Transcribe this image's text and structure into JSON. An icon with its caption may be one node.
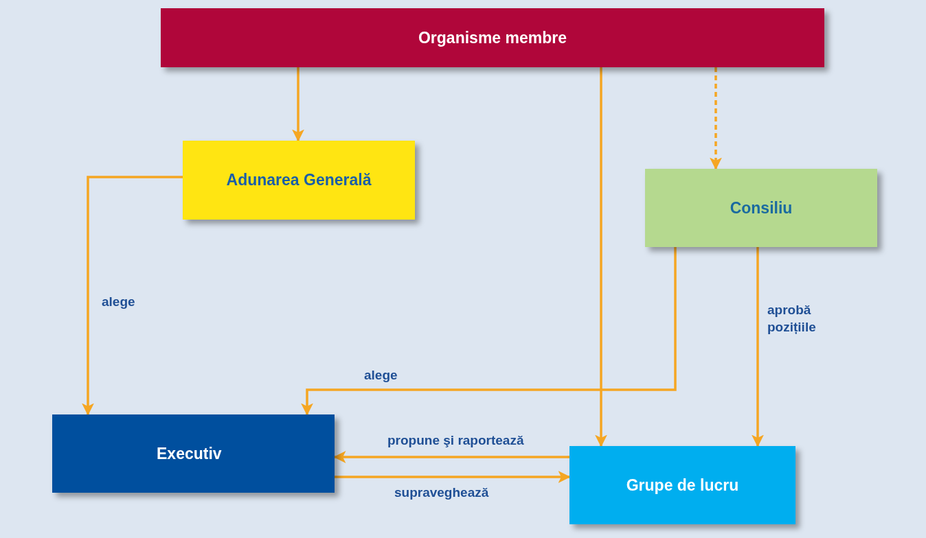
{
  "diagram": {
    "nodes": [
      {
        "text": [
          "Organisme membre"
        ]
      },
      {
        "text": [
          "Adunarea Generală"
        ]
      },
      {
        "text": [
          "Consiliu"
        ]
      },
      {
        "text": [
          "Executiv"
        ]
      },
      {
        "text": [
          "Grupe de lucru"
        ]
      }
    ],
    "edges": [
      {
        "from": 0,
        "to": 1,
        "arrow": "to"
      },
      {
        "from": 0,
        "to": 4,
        "arrow": "to"
      },
      {
        "from": 0,
        "to": 2,
        "arrow": "to",
        "style": "dashed"
      },
      {
        "from": 1,
        "to": 3,
        "arrow": "to",
        "label": "alege"
      },
      {
        "from": 2,
        "to": 3,
        "arrow": "to",
        "label": "alege"
      },
      {
        "from": 2,
        "to": 4,
        "arrow": "to",
        "label": "aprobă pozițiile"
      },
      {
        "from": 4,
        "to": 3,
        "arrow": "to",
        "label": "propune şi raportează"
      },
      {
        "from": 3,
        "to": 4,
        "arrow": "to",
        "label": "supraveghează"
      }
    ]
  }
}
